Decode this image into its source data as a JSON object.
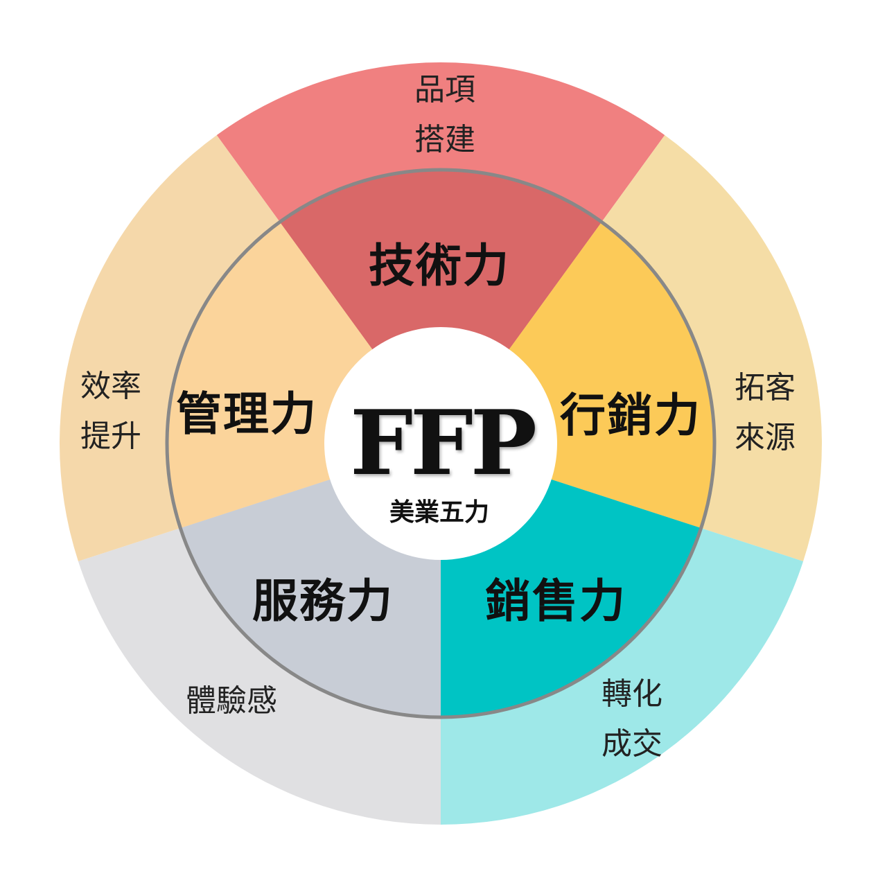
{
  "center": {
    "title": "FFP",
    "subtitle": "美業五力"
  },
  "segments": [
    {
      "inner": "技術力",
      "outer_line1": "品項",
      "outer_line2": "搭建",
      "inner_color": "#d96868",
      "outer_color": "#f08080"
    },
    {
      "inner": "行銷力",
      "outer_line1": "拓客",
      "outer_line2": "來源",
      "inner_color": "#fcca58",
      "outer_color": "#f5dda6"
    },
    {
      "inner": "銷售力",
      "outer_line1": "轉化",
      "outer_line2": "成交",
      "inner_color": "#00c4c4",
      "outer_color": "#9ee8e8"
    },
    {
      "inner": "服務力",
      "outer_line1": "體驗感",
      "outer_line2": "",
      "inner_color": "#c8cdd6",
      "outer_color": "#e0e0e2"
    },
    {
      "inner": "管理力",
      "outer_line1": "效率",
      "outer_line2": "提升",
      "inner_color": "#fbd49b",
      "outer_color": "#f5d8aa"
    }
  ],
  "ring_color": "#888888"
}
